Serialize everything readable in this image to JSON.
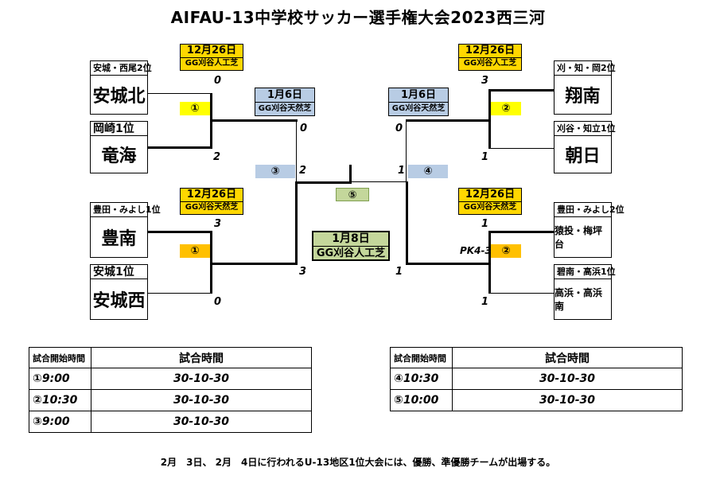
{
  "title": "AIFAU-13中学校サッカー選手権大会2023西三河",
  "colors": {
    "yellow_date": "#ffd700",
    "blue_date": "#b8cce4",
    "green_date": "#c4d79b",
    "marker_yellow": "#ffff00",
    "marker_orange": "#ffc000"
  },
  "left": {
    "t1": {
      "label": "安城・西尾2位",
      "name": "安城北",
      "score": "0"
    },
    "t2": {
      "label": "岡崎1位",
      "name": "竜海",
      "score": "2"
    },
    "t3": {
      "label": "豊田・みよし1位",
      "name": "豊南",
      "score": "3"
    },
    "t4": {
      "label": "安城1位",
      "name": "安城西",
      "score": "0"
    }
  },
  "right": {
    "t1": {
      "label": "刈・知・岡2位",
      "name": "翔南",
      "score": "3"
    },
    "t2": {
      "label": "刈谷・知立1位",
      "name": "朝日",
      "score": "1"
    },
    "t3": {
      "label": "豊田・みよし2位",
      "name": "猿投・梅坪台",
      "score": "1"
    },
    "t4": {
      "label": "碧南・高浜1位",
      "name": "高浜・高浜南",
      "score": "1"
    }
  },
  "dates": {
    "l1": {
      "date": "12月26日",
      "venue": "GG刈谷人工芝"
    },
    "r1": {
      "date": "12月26日",
      "venue": "GG刈谷人工芝"
    },
    "l3": {
      "date": "12月26日",
      "venue": "GG刈谷天然芝"
    },
    "r3": {
      "date": "12月26日",
      "venue": "GG刈谷天然芝"
    },
    "semi_l": {
      "date": "1月6日",
      "venue": "GG刈谷天然芝"
    },
    "semi_r": {
      "date": "1月6日",
      "venue": "GG刈谷天然芝"
    },
    "final": {
      "date": "1月8日",
      "venue": "GG刈谷人工芝"
    }
  },
  "markers": {
    "l1": "①",
    "r1": "②",
    "l3": "①",
    "r3": "②",
    "semi_l": "③",
    "semi_r": "④",
    "final": "⑤"
  },
  "scores": {
    "semi_l_top": "0",
    "semi_l_bottom": "3",
    "semi_r_top": "0",
    "semi_r_bottom": "1",
    "final_l": "2",
    "final_r": "1",
    "pk": "PK4-3"
  },
  "schedule_left": {
    "header": [
      "試合開始時間",
      "試合時間"
    ],
    "rows": [
      [
        "①9:00",
        "30-10-30"
      ],
      [
        "②10:30",
        "30-10-30"
      ],
      [
        "③9:00",
        "30-10-30"
      ]
    ]
  },
  "schedule_right": {
    "header": [
      "試合開始時間",
      "試合時間"
    ],
    "rows": [
      [
        "④10:30",
        "30-10-30"
      ],
      [
        "⑤10:00",
        "30-10-30"
      ]
    ]
  },
  "note": "2月　3日、 2月　4日に行われるU-13地区1位大会には、優勝、準優勝チームが出場する。"
}
